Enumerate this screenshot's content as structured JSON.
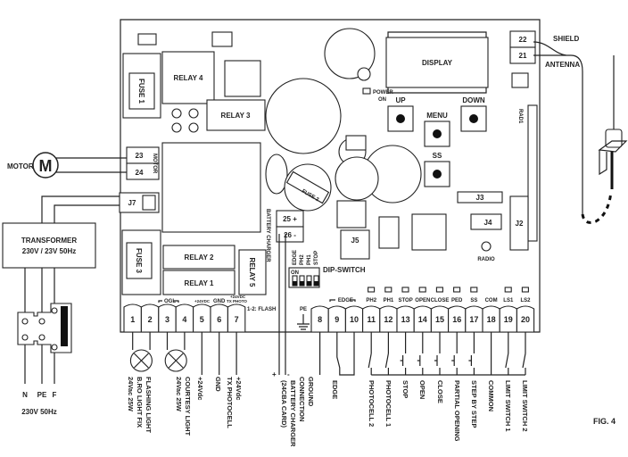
{
  "board": {
    "fuse1": "FUSE 1",
    "relay4": "RELAY 4",
    "relay3": "RELAY 3",
    "fuse2": "FUSE 2",
    "fuse3": "FUSE 3",
    "relay2": "RELAY 2",
    "relay1": "RELAY 1",
    "relay5": "RELAY 5",
    "display": "DISPLAY",
    "power_on_1": "POWER",
    "power_on_2": "ON",
    "up": "UP",
    "down": "DOWN",
    "menu": "MENU",
    "ss": "SS",
    "j3": "J3",
    "j4": "J4",
    "j2": "J2",
    "j5": "J5",
    "j7": "J7",
    "rad1": "RAD1",
    "radio": "RADIO",
    "motor_label": "MOTOR",
    "t23": "23",
    "t24": "24",
    "t22": "22",
    "t21": "21",
    "battery_charger": "BATTERY CHARGER",
    "t25": "25 +",
    "t26": "26 -",
    "dip_switch": "DIP-SWITCH",
    "dip_on": "ON",
    "dip_labels": [
      "EDGE",
      "PH2",
      "PH1",
      "STOP"
    ],
    "pe": "PE",
    "flash_note": "1-2: FLASH"
  },
  "left_terminals": {
    "numbers": [
      "1",
      "2",
      "3",
      "4",
      "5",
      "6",
      "7"
    ],
    "headers": {
      "ogl": "OGL",
      "v24": "+24VDC",
      "gnd": "GND",
      "tx1": "+24VDC",
      "tx2": "TX PHOTO"
    }
  },
  "right_terminals": {
    "numbers": [
      "8",
      "9",
      "10",
      "11",
      "12",
      "13",
      "14",
      "15",
      "16",
      "17",
      "18",
      "19",
      "20"
    ],
    "headers": [
      "",
      "EDGE",
      "",
      "PH2",
      "PH1",
      "STOP",
      "OPEN",
      "CLOSE",
      "PED",
      "SS",
      "COM",
      "LS1",
      "LS2"
    ]
  },
  "external": {
    "motor": "MOTOR",
    "motor_symbol": "M",
    "transformer_1": "TRANSFORMER",
    "transformer_2": "230V / 23V 50Hz",
    "n": "N",
    "pe": "PE",
    "f": "F",
    "mains": "230V 50Hz",
    "shield": "SHIELD",
    "antenna": "ANTENNA",
    "figure": "FIG. 4"
  },
  "bottom_labels": [
    {
      "lines": [
        "FLASHING LIGHT",
        "B.RO LIGHT FIX",
        "24Vac 25W"
      ]
    },
    {
      "lines": [
        "COURTESY LIGHT",
        "24Vac 25W"
      ]
    },
    {
      "lines": [
        "+24Vdc"
      ]
    },
    {
      "lines": [
        "GND"
      ]
    },
    {
      "lines": [
        "+24Vdc",
        "TX PHOTOCELL"
      ]
    },
    {
      "lines": [
        "BATTERY CHARGER",
        "(24CBA CARD)"
      ]
    },
    {
      "lines": [
        "GROUND",
        "CONNECTION"
      ]
    },
    {
      "lines": [
        "EDGE"
      ]
    },
    {
      "lines": [
        "PHOTOCELL 2"
      ]
    },
    {
      "lines": [
        "PHOTOCELL 1"
      ]
    },
    {
      "lines": [
        "STOP"
      ]
    },
    {
      "lines": [
        "OPEN"
      ]
    },
    {
      "lines": [
        "CLOSE"
      ]
    },
    {
      "lines": [
        "PARTIAL OPENING"
      ]
    },
    {
      "lines": [
        "STEP BY STEP"
      ]
    },
    {
      "lines": [
        "COMMON"
      ]
    },
    {
      "lines": [
        "LIMIT SWITCH 1"
      ]
    },
    {
      "lines": [
        "LIMIT SWITCH 2"
      ]
    }
  ],
  "battery_plus": "+",
  "battery_minus": "-"
}
